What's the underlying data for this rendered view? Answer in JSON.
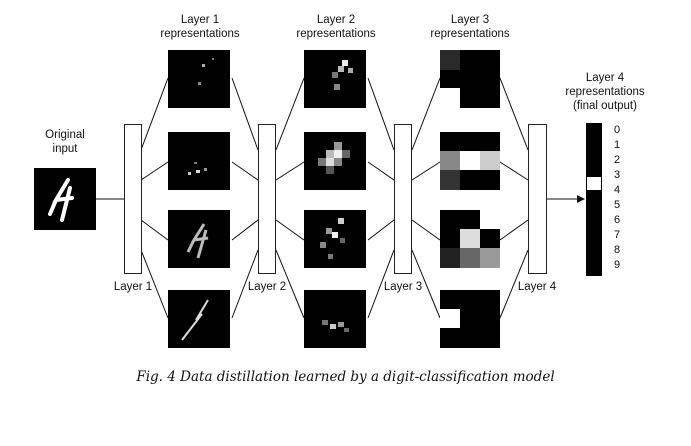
{
  "labels": {
    "original": "Original\ninput",
    "layer1_rep": "Layer 1\nrepresentations",
    "layer2_rep": "Layer 2\nrepresentations",
    "layer3_rep": "Layer 3\nrepresentations",
    "layer4_rep": "Layer 4\nrepresentations\n(final output)",
    "layer1": "Layer 1",
    "layer2": "Layer 2",
    "layer3": "Layer 3",
    "layer4": "Layer 4"
  },
  "digits": [
    "0",
    "1",
    "2",
    "3",
    "4",
    "5",
    "6",
    "7",
    "8",
    "9"
  ],
  "active_digit": "4",
  "caption": "Fig. 4 Data distillation learned by a digit-classification model"
}
